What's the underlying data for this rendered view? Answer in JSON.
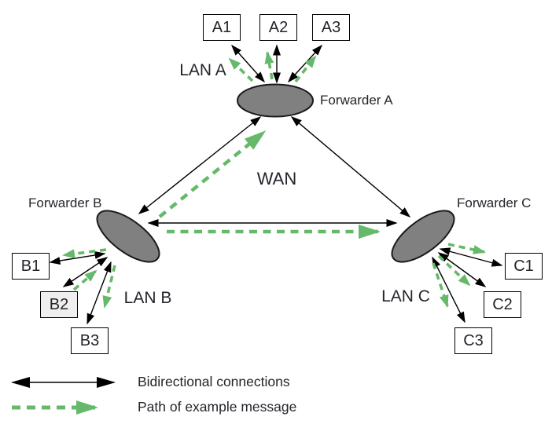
{
  "labels": {
    "wan": "WAN",
    "lan_a": "LAN A",
    "lan_b": "LAN B",
    "lan_c": "LAN C",
    "forwarder_a": "Forwarder A",
    "forwarder_b": "Forwarder B",
    "forwarder_c": "Forwarder C"
  },
  "nodes": {
    "a1": "A1",
    "a2": "A2",
    "a3": "A3",
    "b1": "B1",
    "b2": "B2",
    "b3": "B3",
    "c1": "C1",
    "c2": "C2",
    "c3": "C3"
  },
  "legend": {
    "bidirectional": "Bidirectional connections",
    "example_path": "Path of example message"
  },
  "colors": {
    "arrow_black": "#000000",
    "path_green": "#66b96a",
    "ellipse_fill": "#808080",
    "ellipse_stroke": "#1a1a1a",
    "text": "#24242b",
    "background": "#ffffff",
    "node_fill": "#ffffff",
    "source_node_fill": "#efefef"
  }
}
